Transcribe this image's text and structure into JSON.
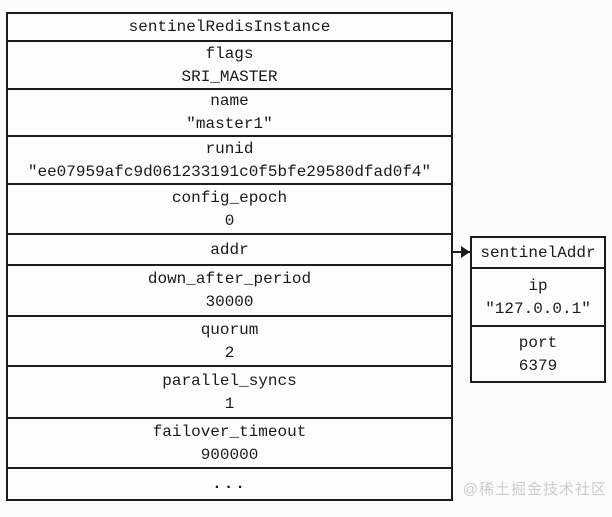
{
  "main": {
    "title": "sentinelRedisInstance",
    "rows": [
      {
        "label": "flags",
        "value": "SRI_MASTER"
      },
      {
        "label": "name",
        "value": "\"master1\""
      },
      {
        "label": "runid",
        "value": "\"ee07959afc9d061233191c0f5bfe29580dfad0f4\""
      },
      {
        "label": "config_epoch",
        "value": "0"
      },
      {
        "label": "addr"
      },
      {
        "label": "down_after_period",
        "value": "30000"
      },
      {
        "label": "quorum",
        "value": "2"
      },
      {
        "label": "parallel_syncs",
        "value": "1"
      },
      {
        "label": "failover_timeout",
        "value": "900000"
      },
      {
        "label": "..."
      }
    ]
  },
  "addr_struct": {
    "title": "sentinelAddr",
    "rows": [
      {
        "label": "ip",
        "value": "\"127.0.0.1\""
      },
      {
        "label": "port",
        "value": "6379"
      }
    ]
  },
  "arrow": {
    "from": "addr",
    "to": "sentinelAddr"
  },
  "watermark": "@稀土掘金技术社区",
  "colors": {
    "border": "#1c1c1c",
    "text": "#1a1a1a",
    "background": "#fcfcfc",
    "watermark": "#cbcbcb"
  }
}
